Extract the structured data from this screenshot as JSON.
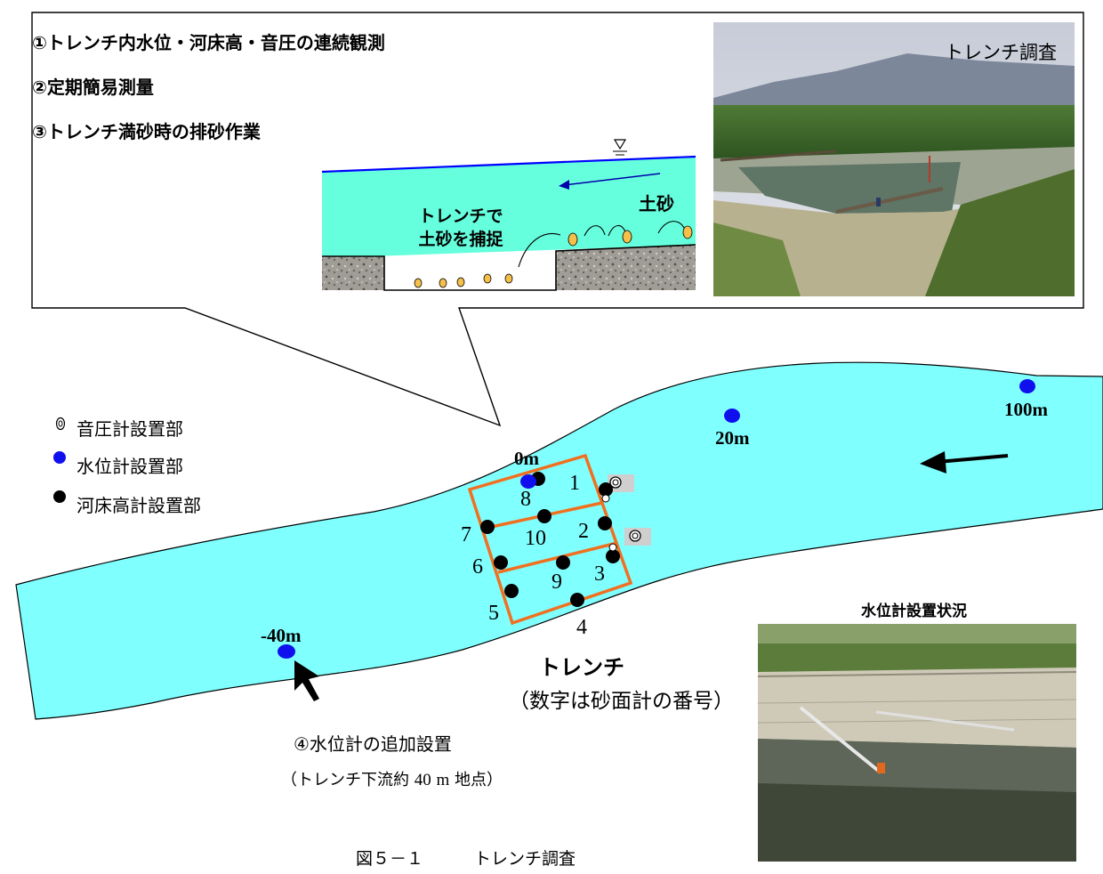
{
  "callout": {
    "items": [
      "①トレンチ内水位・河床高・音圧の連続観測",
      "②定期簡易測量",
      "③トレンチ満砂時の排砂作業"
    ],
    "schematic": {
      "label_trap_line1": "トレンチで",
      "label_trap_line2": "土砂を捕捉",
      "label_sediment": "土砂"
    },
    "photo_label": "トレンチ調査"
  },
  "legend": {
    "items": [
      {
        "symbol": "acoustic-sensor",
        "label": "音圧計設置部"
      },
      {
        "symbol": "blue-dot",
        "label": "水位計設置部",
        "color": "#1010ee"
      },
      {
        "symbol": "black-dot",
        "label": "河床高計設置部",
        "color": "#000000"
      }
    ]
  },
  "river": {
    "color": "#80ffff",
    "distances": [
      "100m",
      "20m",
      "0m",
      "-40m"
    ],
    "gauges": [
      "1",
      "2",
      "3",
      "4",
      "5",
      "6",
      "7",
      "8",
      "9",
      "10"
    ]
  },
  "trench": {
    "title": "トレンチ",
    "subtitle": "（数字は砂面計の番号）",
    "frame_color": "#f07020"
  },
  "addition": {
    "line1": "④水位計の追加設置",
    "line2_pre": "（トレンチ下流約",
    "line2_num": "40",
    "line2_unit": "m",
    "line2_post": "地点）"
  },
  "gauge_photo": {
    "label": "水位計設置状況"
  },
  "figure_caption": "図５－１　　　トレンチ調査"
}
